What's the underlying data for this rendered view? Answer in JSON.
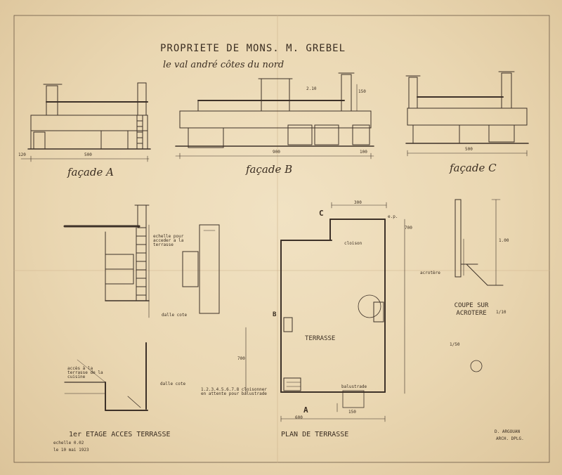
{
  "title": {
    "line1": "PROPRIETE DE MONS. M. GREBEL",
    "line2": "le val andré côtes du nord"
  },
  "elevations": [
    {
      "label": "façade A",
      "width_dim": "500",
      "side_dim": "120"
    },
    {
      "label": "façade B",
      "width_dim": "900",
      "side_dim": "100",
      "height_dim": "2.10",
      "chimney_dim": "150"
    },
    {
      "label": "façade C",
      "width_dim": "500"
    }
  ],
  "section": {
    "stair_note": "echelle pour acceder a la terrasse",
    "floor_mark": "dalle cote"
  },
  "plan": {
    "title": "PLAN DE TERRASSE",
    "room_label": "TERRASSE",
    "corner_label": "C",
    "bottom_label": "A",
    "left_label": "B",
    "dims": {
      "top": "300",
      "right": "700",
      "left": "700",
      "bottom": "600",
      "bottom_right": "150"
    },
    "annotations": {
      "balustrade": "balustrade",
      "bench_note": "1.2.3.4.5.6.7.8 cloisonner en attente pour balustrade",
      "top_note": "cloison",
      "top_right_note": "e.p."
    }
  },
  "access": {
    "title": "1er ETAGE ACCES TERRASSE",
    "note": "accès à la terrasse de la cuisine",
    "floor_mark": "dalle cote"
  },
  "acrotere": {
    "title": "COUPE SUR ACROTERE",
    "scale": "1/10",
    "height_dim": "1.00",
    "note": "acrotère",
    "scale_mark": "1/50"
  },
  "footer": {
    "scale_note": "echelle 0.02",
    "date_note": "le 10 mai 1923",
    "architect": "D. ARGOUAN",
    "architect_title": "ARCH. DPLG."
  }
}
